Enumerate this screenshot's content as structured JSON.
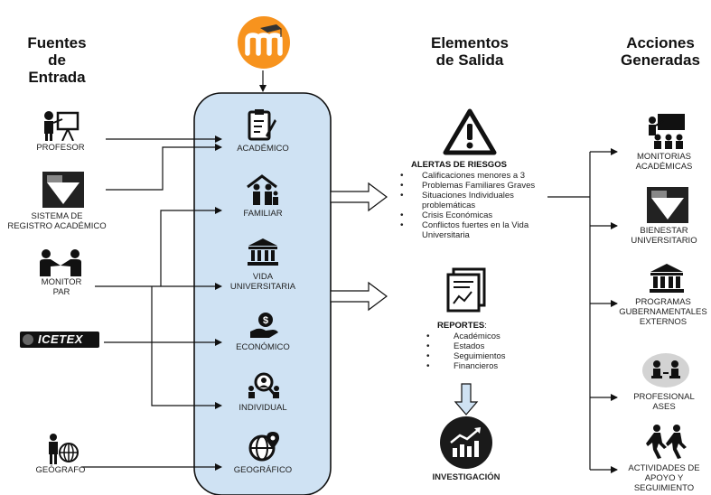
{
  "headers": {
    "inputs": [
      "Fuentes",
      "de",
      "Entrada"
    ],
    "outputs": [
      "Elementos",
      "de Salida"
    ],
    "actions": [
      "Acciones",
      "Generadas"
    ]
  },
  "sources": {
    "profesor": "PROFESOR",
    "sistema": [
      "SISTEMA DE",
      "REGISTRO ACADÉMICO"
    ],
    "monitor": [
      "MONITOR",
      "PAR"
    ],
    "icetex": "ICETEX",
    "geografo": "GEÓGRAFO"
  },
  "categories": {
    "academico": "ACADÉMICO",
    "familiar": "FAMILIAR",
    "vida": [
      "VIDA",
      "UNIVERSITARIA"
    ],
    "economico": "ECONÓMICO",
    "individual": "INDIVIDUAL",
    "geografico": "GEOGRÁFICO"
  },
  "alerts": {
    "title": "ALERTAS DE RIESGOS",
    "items": [
      "Calificaciones menores a 3",
      "Problemas Familiares Graves",
      "Situaciones Individuales problemáticas",
      "Crisis Económicas",
      "Conflictos fuertes en la Vida Universitaria"
    ]
  },
  "reports": {
    "title": "REPORTES",
    "suffix": ":",
    "items": [
      "Académicos",
      "Estados",
      "Seguimientos",
      "Financieros"
    ]
  },
  "research": "INVESTIGACIÓN",
  "actions": {
    "monitorias": [
      "MONITORIAS",
      "ACADÉMICAS"
    ],
    "bienestar": [
      "BIENESTAR",
      "UNIVERSITARIO"
    ],
    "programas": [
      "PROGRAMAS",
      "GUBERNAMENTALES",
      "EXTERNOS"
    ],
    "profesional": [
      "PROFESIONAL",
      "ASES"
    ],
    "actividades": [
      "ACTIVIDADES DE",
      "APOYO Y",
      "SEGUIMIENTO"
    ]
  },
  "colors": {
    "panel_fill": "#cfe2f3",
    "moodle_orange": "#f7931e",
    "icon_dark": "#1a1a1a"
  },
  "icons": [
    "moodle-logo",
    "teacher-icon",
    "registry-logo",
    "handshake-icon",
    "icetex-logo",
    "geographer-icon",
    "clipboard-icon",
    "family-icon",
    "university-icon",
    "money-hand-icon",
    "person-search-icon",
    "globe-pin-icon",
    "warning-icon",
    "report-icon",
    "growth-chart-icon",
    "classroom-icon",
    "institution-icon",
    "counseling-icon",
    "walking-people-icon"
  ]
}
